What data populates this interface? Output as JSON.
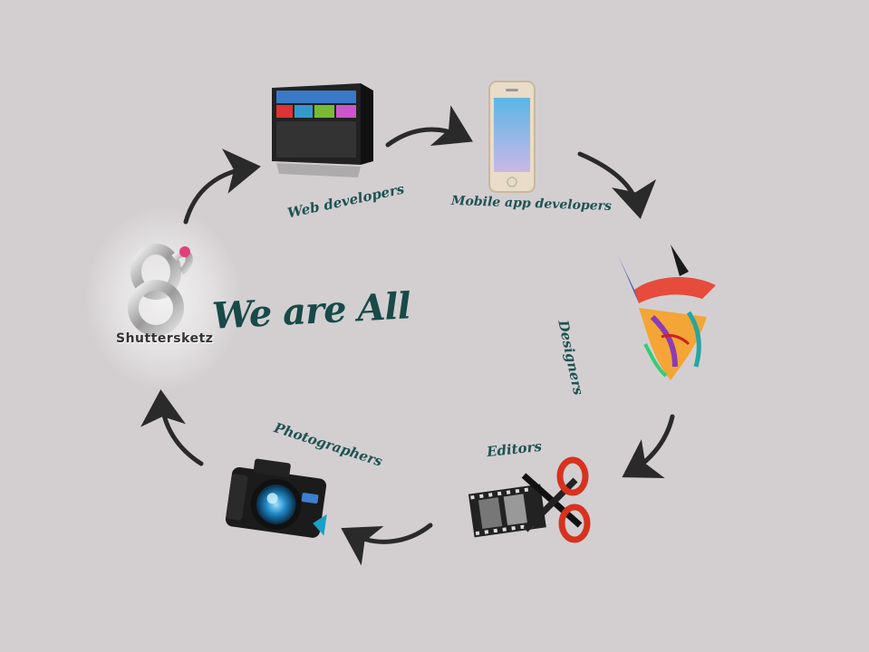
{
  "logo": {
    "text": "Shuttersketz",
    "icon": "infinity-knot-logo"
  },
  "headline": "We are All",
  "roles": [
    {
      "label": "Web developers",
      "icon": "website-screen-icon"
    },
    {
      "label": "Mobile app developers",
      "icon": "smartphone-icon"
    },
    {
      "label": "Designers",
      "icon": "painted-face-icon"
    },
    {
      "label": "Editors",
      "icon": "film-scissors-icon"
    },
    {
      "label": "Photographers",
      "icon": "camera-icon"
    }
  ],
  "colors": {
    "background": "#d3cfd1",
    "text": "#1f5252",
    "arrow": "#2a2a2a",
    "accent": "#e0407a"
  }
}
